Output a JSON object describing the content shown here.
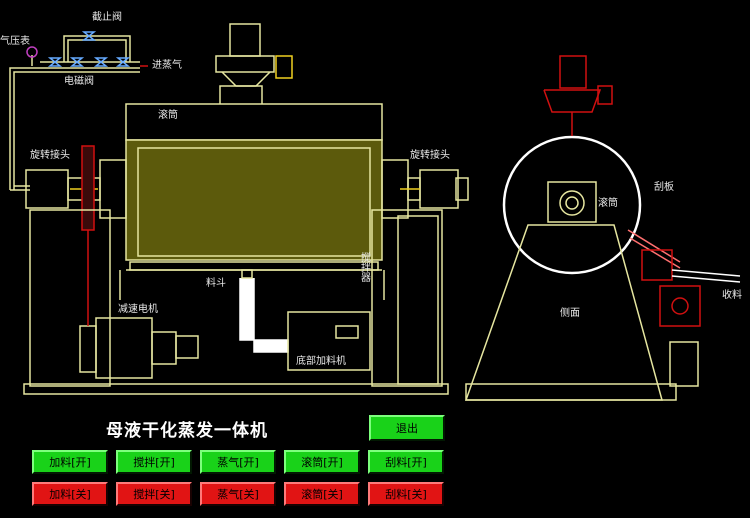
{
  "labels": {
    "shutoff_valve": "截止阀",
    "pressure_gauge": "气压表",
    "solenoid_valve": "电磁阀",
    "steam_inlet": "进蒸气",
    "drum_top": "滚筒",
    "rotary_joint_left": "旋转接头",
    "rotary_joint_right": "旋转接头",
    "stirrer": "搅拌器",
    "hopper": "料斗",
    "gear_motor": "减速电机",
    "bottom_feeder": "底部加料机",
    "drum_side": "滚筒",
    "scraper": "刮板",
    "collect": "收料",
    "side_wall": "侧面"
  },
  "panel": {
    "title": "母液干化蒸发一体机",
    "exit_label": "退出",
    "on_buttons": [
      "加料[开]",
      "搅拌[开]",
      "蒸气[开]",
      "滚筒[开]",
      "刮料[开]"
    ],
    "off_buttons": [
      "加料[关]",
      "搅拌[关]",
      "蒸气[关]",
      "滚筒[关]",
      "刮料[关]"
    ]
  },
  "colors": {
    "line": "#e6e6a0",
    "drum_fill": "#5c5a0c",
    "accent_red": "#d11010",
    "button_on": "#19d219",
    "button_off": "#e11414"
  }
}
